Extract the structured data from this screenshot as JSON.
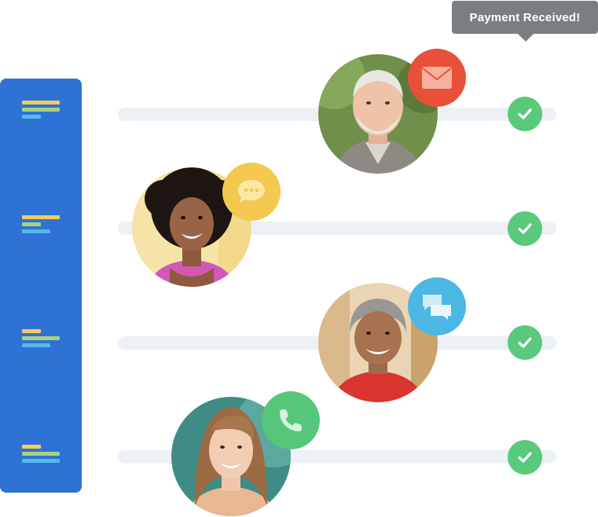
{
  "tooltip": {
    "text": "Payment Received!"
  },
  "colors": {
    "sidebar": "#2f72d6",
    "track": "#edf1f5",
    "check": "#59c97b",
    "email_badge": "#e9503a",
    "chat_badge": "#f3ca4f",
    "messages_badge": "#4cb7e4",
    "phone_badge": "#56c67a",
    "tooltip": "#7a7e82"
  },
  "rows": [
    {
      "channel": "email",
      "badge_icon": "envelope-icon",
      "status_icon": "checkmark-icon"
    },
    {
      "channel": "chat",
      "badge_icon": "chat-bubble-icon",
      "status_icon": "checkmark-icon"
    },
    {
      "channel": "messages",
      "badge_icon": "messages-icon",
      "status_icon": "checkmark-icon"
    },
    {
      "channel": "phone",
      "badge_icon": "phone-icon",
      "status_icon": "checkmark-icon"
    }
  ]
}
